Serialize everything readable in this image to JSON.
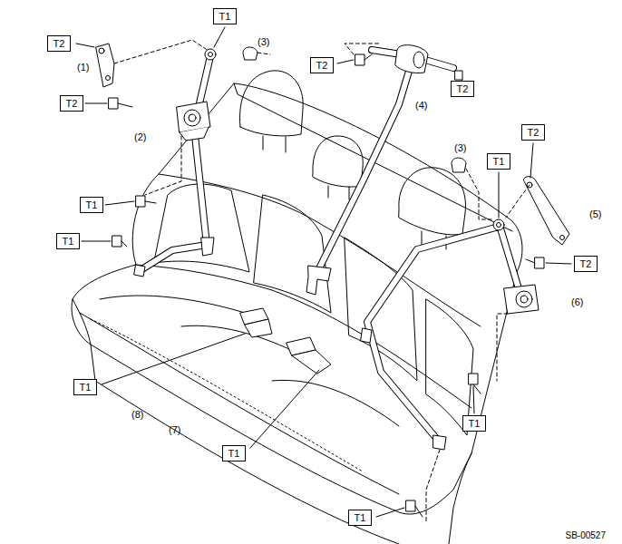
{
  "diagram": {
    "nodes": [
      {
        "text": [
          "T1"
        ]
      },
      {
        "text": [
          "T2"
        ]
      },
      {
        "text": [
          "T2"
        ]
      },
      {
        "text": [
          "T2"
        ]
      },
      {
        "text": [
          "T2"
        ]
      },
      {
        "text": [
          "T2"
        ]
      },
      {
        "text": [
          "T1"
        ]
      },
      {
        "text": [
          "T1"
        ]
      },
      {
        "text": [
          "T1"
        ]
      },
      {
        "text": [
          "T2"
        ]
      },
      {
        "text": [
          "T1"
        ]
      },
      {
        "text": [
          "T1"
        ]
      },
      {
        "text": [
          "T1"
        ]
      },
      {
        "text": [
          "T1"
        ]
      }
    ],
    "labels": [
      "(3)",
      "(1)",
      "(4)",
      "(2)",
      "(3)",
      "(5)",
      "(6)",
      "(8)",
      "(7)",
      "SB-00527"
    ]
  }
}
